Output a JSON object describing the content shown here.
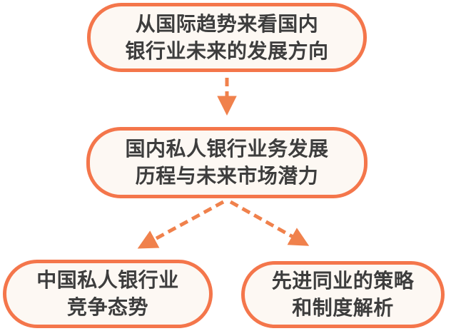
{
  "colors": {
    "accent_border": "#F4764B",
    "node_fill": "#FDF8F3",
    "arrow": "#F0814C",
    "text": "#3D3D3D",
    "background": "#FFFFFF"
  },
  "diagram": {
    "type": "flowchart",
    "direction": "top-down",
    "nodes": [
      {
        "id": "international-trends",
        "lines": [
          "从国际趋势来看国内",
          "银行业未来的发展方向"
        ]
      },
      {
        "id": "domestic-private-banking",
        "lines": [
          "国内私人银行业务发展",
          "历程与未来市场潜力"
        ]
      },
      {
        "id": "china-competition",
        "lines": [
          "中国私人银行业",
          "竞争态势"
        ]
      },
      {
        "id": "peer-strategy",
        "lines": [
          "先进同业的策略",
          "和制度解析"
        ]
      }
    ],
    "connectors": [
      {
        "from": "international-trends",
        "to": "domestic-private-banking",
        "style": "dashed-arrow"
      },
      {
        "from": "domestic-private-banking",
        "to": "china-competition",
        "style": "dashed-arrow"
      },
      {
        "from": "domestic-private-banking",
        "to": "peer-strategy",
        "style": "dashed-arrow"
      }
    ]
  }
}
